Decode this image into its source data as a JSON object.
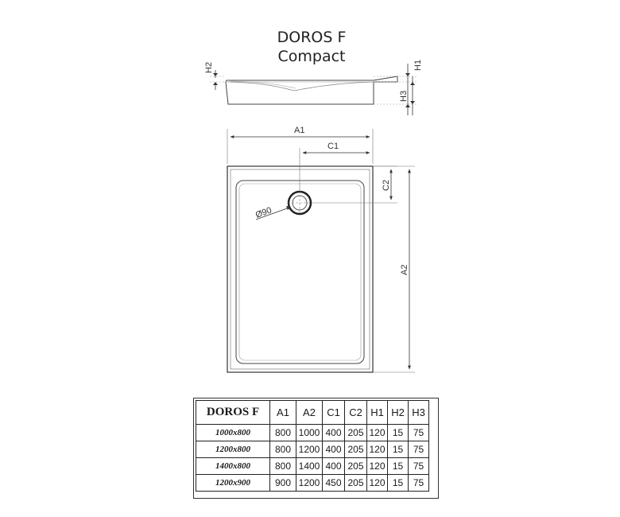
{
  "title": {
    "line1": "DOROS F",
    "line2": "Compact"
  },
  "dimension_labels": {
    "a1": "A1",
    "a2": "A2",
    "c1": "C1",
    "c2": "C2",
    "h1": "H1",
    "h2": "H2",
    "h3": "H3",
    "drain_diameter": "Ø90"
  },
  "table": {
    "headers": [
      "DOROS F",
      "A1",
      "A2",
      "C1",
      "C2",
      "H1",
      "H2",
      "H3"
    ],
    "rows": [
      {
        "model": "1000x800",
        "a1": "800",
        "a2": "1000",
        "c1": "400",
        "c2": "205",
        "h1": "120",
        "h2": "15",
        "h3": "75"
      },
      {
        "model": "1200x800",
        "a1": "800",
        "a2": "1200",
        "c1": "400",
        "c2": "205",
        "h1": "120",
        "h2": "15",
        "h3": "75"
      },
      {
        "model": "1400x800",
        "a1": "800",
        "a2": "1400",
        "c1": "400",
        "c2": "205",
        "h1": "120",
        "h2": "15",
        "h3": "75"
      },
      {
        "model": "1200x900",
        "a1": "900",
        "a2": "1200",
        "c1": "450",
        "c2": "205",
        "h1": "120",
        "h2": "15",
        "h3": "75"
      }
    ]
  }
}
